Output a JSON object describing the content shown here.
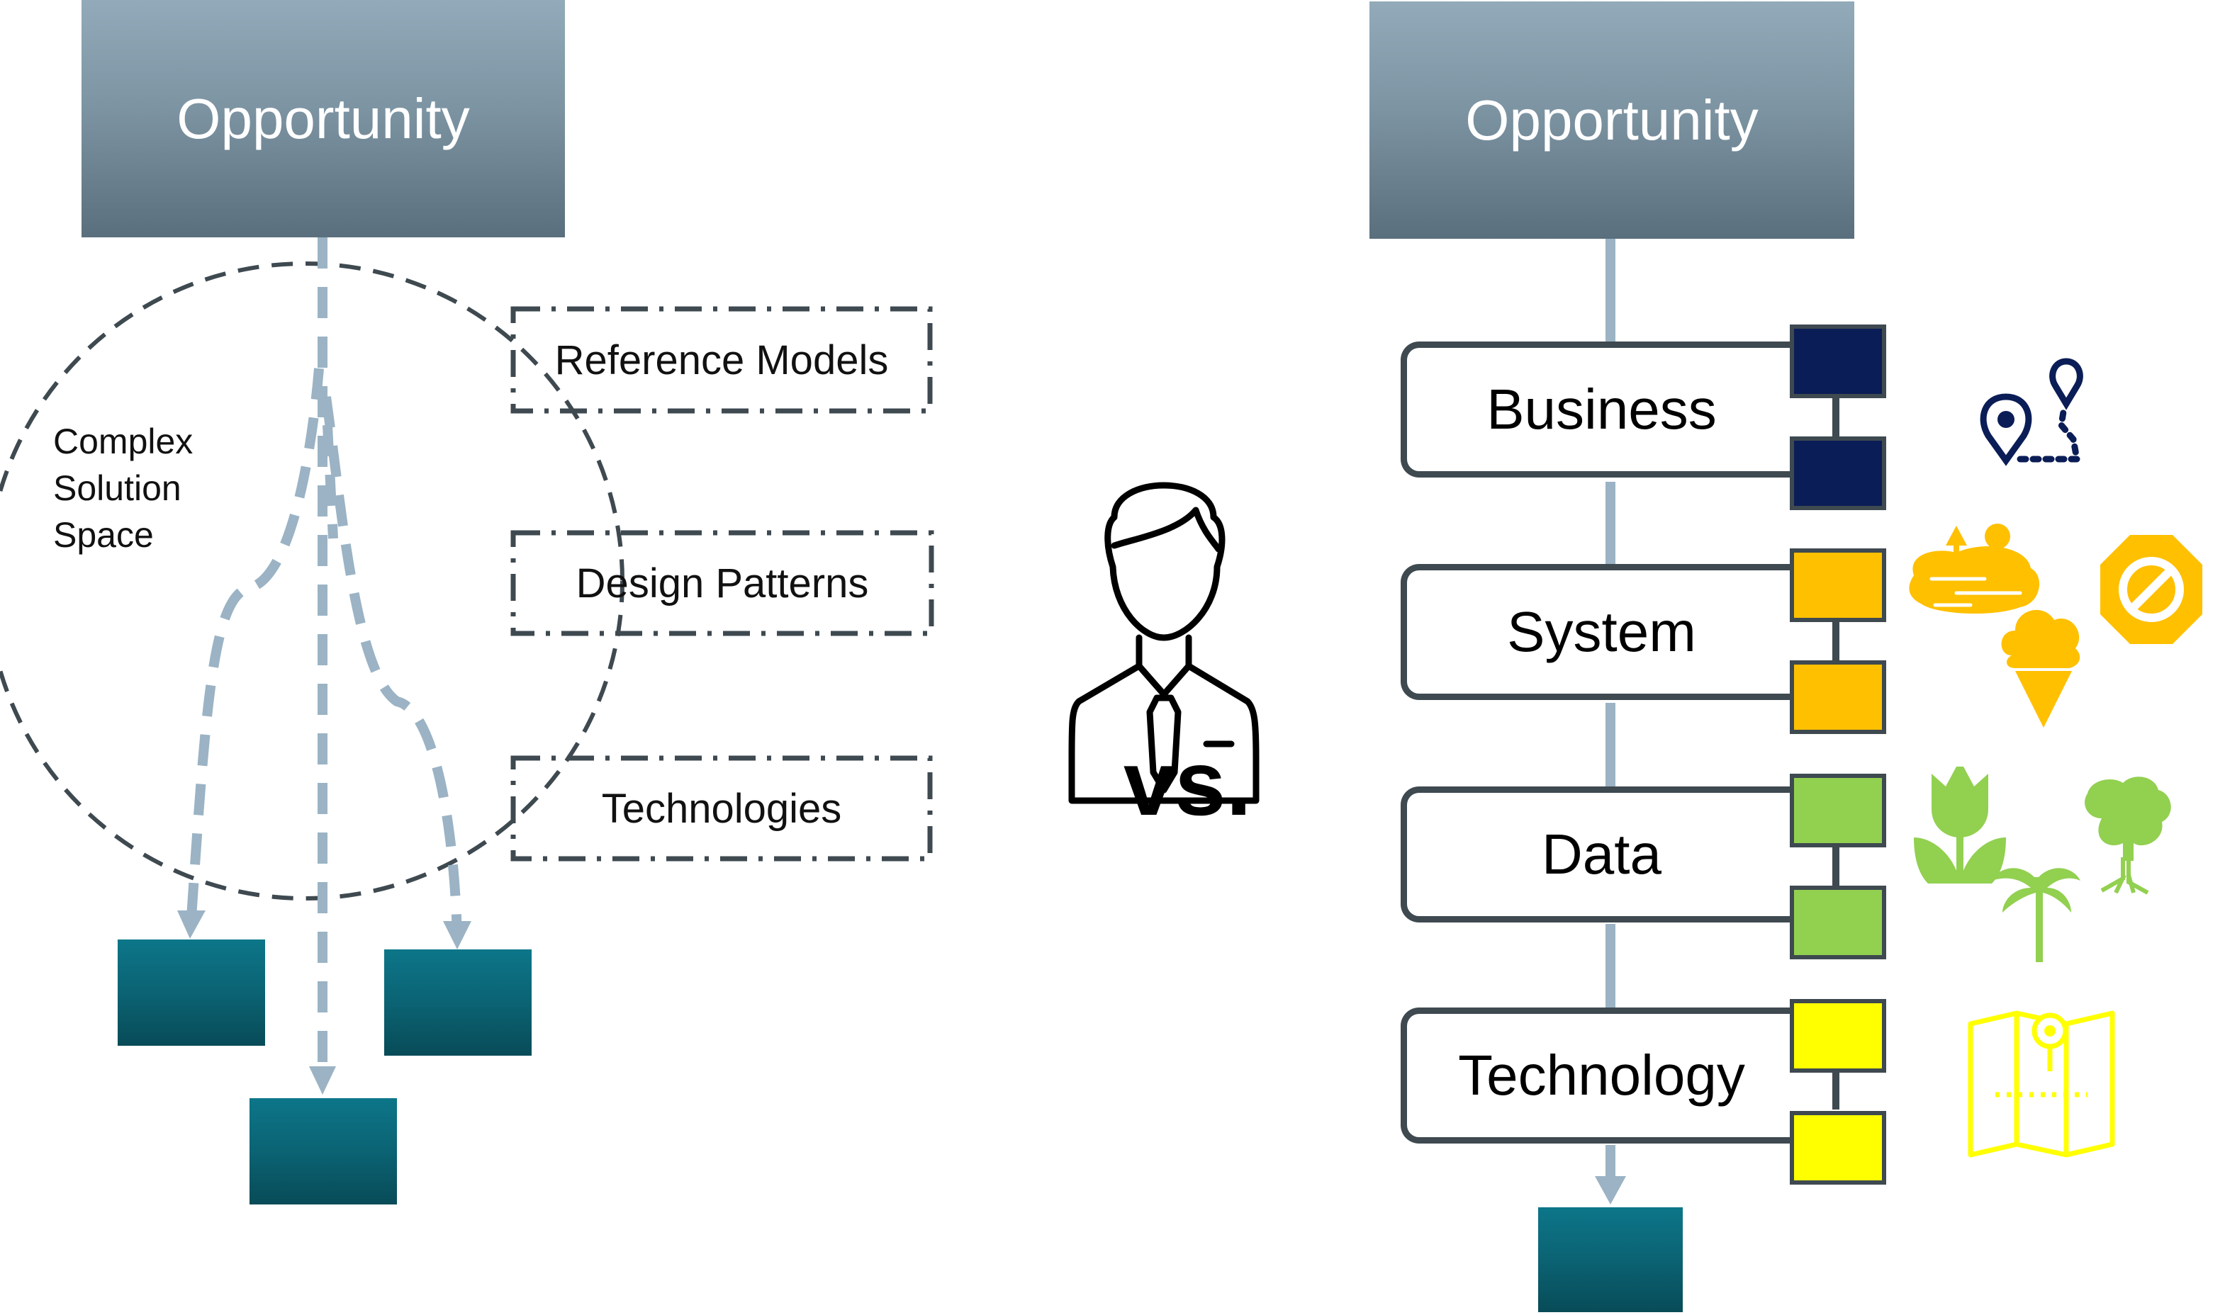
{
  "left": {
    "opportunity_label": "Opportunity",
    "solution_space_label": "Complex Solution Space",
    "reference_models_label": "Reference Models",
    "design_patterns_label": "Design Patterns",
    "technologies_label": "Technologies"
  },
  "center": {
    "vs_label": "vs.",
    "person_icon": "business-person-icon"
  },
  "right": {
    "opportunity_label": "Opportunity",
    "layers": [
      {
        "label": "Business",
        "color": "#0b1d56"
      },
      {
        "label": "System",
        "color": "#ffc000"
      },
      {
        "label": "Data",
        "color": "#92d050"
      },
      {
        "label": "Technology",
        "color": "#ffff00"
      }
    ],
    "icons": {
      "business": [
        "map-route-icon"
      ],
      "system": [
        "lake-trees-icon",
        "ice-cream-icon",
        "prohibited-sign-icon"
      ],
      "data": [
        "tulip-icon",
        "palm-tree-icon",
        "tree-icon"
      ],
      "technology": [
        "folded-map-icon"
      ]
    }
  },
  "colors": {
    "arrow": "#9bb3c4",
    "outline": "#3e4950",
    "teal": "#0b6373"
  }
}
